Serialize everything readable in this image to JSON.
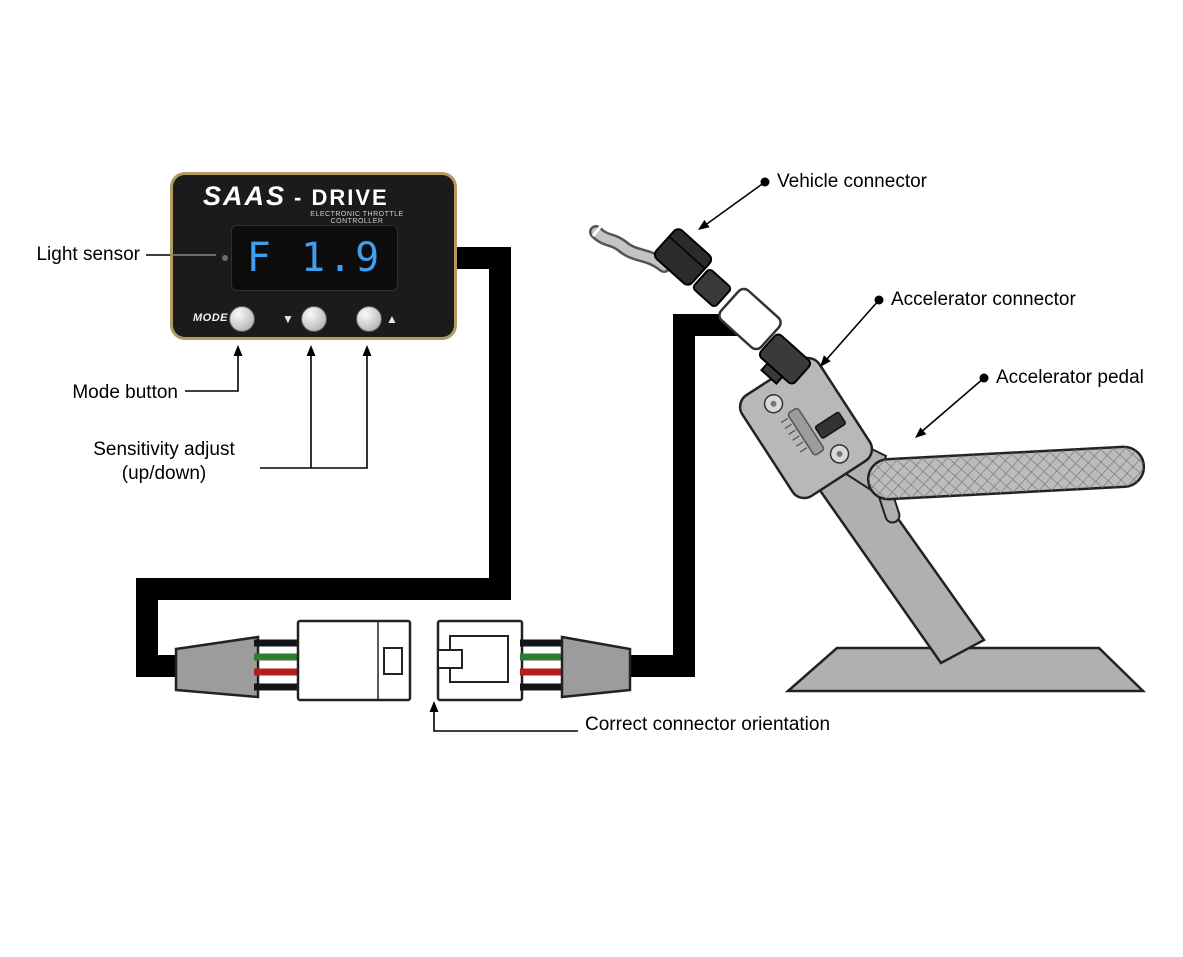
{
  "device": {
    "brand": "SAAS",
    "brand_suffix": "- DRIVE",
    "subtitle": "ELECTRONIC THROTTLE CONTROLLER",
    "display_value": "F 1.9",
    "mode_button_label": "MODE",
    "down_button_glyph": "▼",
    "up_button_glyph": "▲"
  },
  "callouts": {
    "light_sensor": "Light sensor",
    "mode_button": "Mode button",
    "sensitivity_line1": "Sensitivity adjust",
    "sensitivity_line2": "(up/down)",
    "vehicle_connector": "Vehicle connector",
    "accelerator_connector": "Accelerator connector",
    "accelerator_pedal": "Accelerator pedal",
    "correct_orientation": "Correct connector orientation"
  },
  "colors": {
    "display_text": "#3f9ef0",
    "device_body": "#1b1b1b",
    "device_frame": "#b29a62",
    "wire_green": "#2e7d32",
    "wire_red": "#b71c1c",
    "wire_black": "#141414",
    "connector_gray": "#9c9c9c",
    "pedal_gray": "#b0b0b0"
  }
}
